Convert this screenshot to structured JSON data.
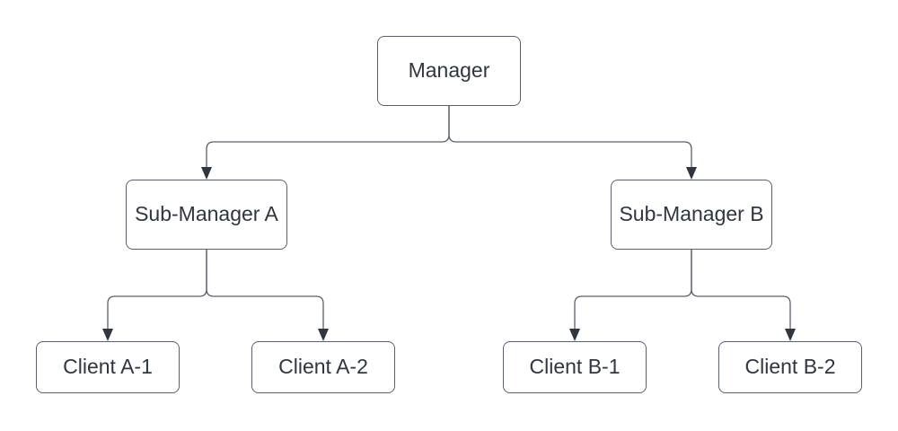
{
  "colors": {
    "background": "#ffffff",
    "node_fill": "#ffffff",
    "node_border": "#59606b",
    "connector": "#59606b",
    "arrow": "#2f3640",
    "text": "#2f3640"
  },
  "nodes": {
    "manager": {
      "label": "Manager"
    },
    "sub_manager_a": {
      "label": "Sub-Manager A"
    },
    "sub_manager_b": {
      "label": "Sub-Manager B"
    },
    "client_a1": {
      "label": "Client A-1"
    },
    "client_a2": {
      "label": "Client A-2"
    },
    "client_b1": {
      "label": "Client B-1"
    },
    "client_b2": {
      "label": "Client B-2"
    }
  },
  "edges": [
    {
      "from": "Manager",
      "to": "Sub-Manager A"
    },
    {
      "from": "Manager",
      "to": "Sub-Manager B"
    },
    {
      "from": "Sub-Manager A",
      "to": "Client A-1"
    },
    {
      "from": "Sub-Manager A",
      "to": "Client A-2"
    },
    {
      "from": "Sub-Manager B",
      "to": "Client B-1"
    },
    {
      "from": "Sub-Manager B",
      "to": "Client B-2"
    }
  ]
}
